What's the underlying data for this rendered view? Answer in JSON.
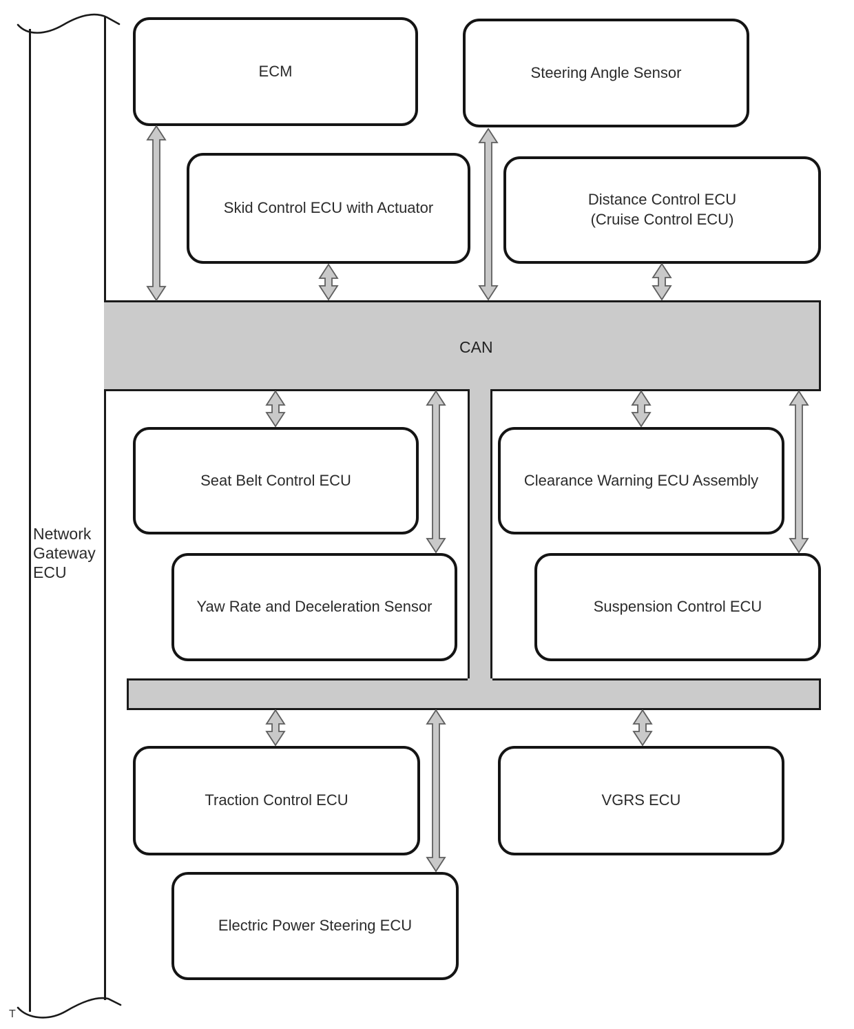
{
  "diagram": {
    "kind": "vehicle CAN communication diagram",
    "gateway_label": "Network Gateway ECU",
    "bus": {
      "main_label": "CAN"
    },
    "nodes": {
      "ecm": "ECM",
      "steering_angle_sensor": "Steering Angle Sensor",
      "skid_control": "Skid Control ECU with Actuator",
      "distance_control": "Distance Control ECU\n(Cruise Control ECU)",
      "seat_belt": "Seat Belt Control ECU",
      "clearance_warning": "Clearance Warning ECU Assembly",
      "yaw_rate": "Yaw Rate and Deceleration Sensor",
      "suspension": "Suspension Control ECU",
      "traction": "Traction Control ECU",
      "vgrs": "VGRS ECU",
      "eps": "Electric Power Steering ECU"
    },
    "connections": [
      {
        "from": "Network Gateway ECU",
        "to": "CAN"
      },
      {
        "from": "ECM",
        "to": "CAN"
      },
      {
        "from": "Skid Control ECU with Actuator",
        "to": "CAN"
      },
      {
        "from": "Steering Angle Sensor",
        "to": "CAN"
      },
      {
        "from": "Distance Control ECU (Cruise Control ECU)",
        "to": "CAN"
      },
      {
        "from": "CAN",
        "to": "Seat Belt Control ECU"
      },
      {
        "from": "CAN",
        "to": "Yaw Rate and Deceleration Sensor"
      },
      {
        "from": "CAN",
        "to": "Clearance Warning ECU Assembly"
      },
      {
        "from": "CAN",
        "to": "Suspension Control ECU"
      },
      {
        "from": "CAN",
        "to": "Traction Control ECU"
      },
      {
        "from": "CAN",
        "to": "Electric Power Steering ECU"
      },
      {
        "from": "CAN",
        "to": "VGRS ECU"
      }
    ],
    "footnote": "T",
    "colors": {
      "bus_fill": "#cbcbcb",
      "line": "#1a1a1a",
      "arrow_fill": "#c9c9c9",
      "arrow_outline": "#5e5e5e",
      "text": "#2b2b2b"
    }
  }
}
